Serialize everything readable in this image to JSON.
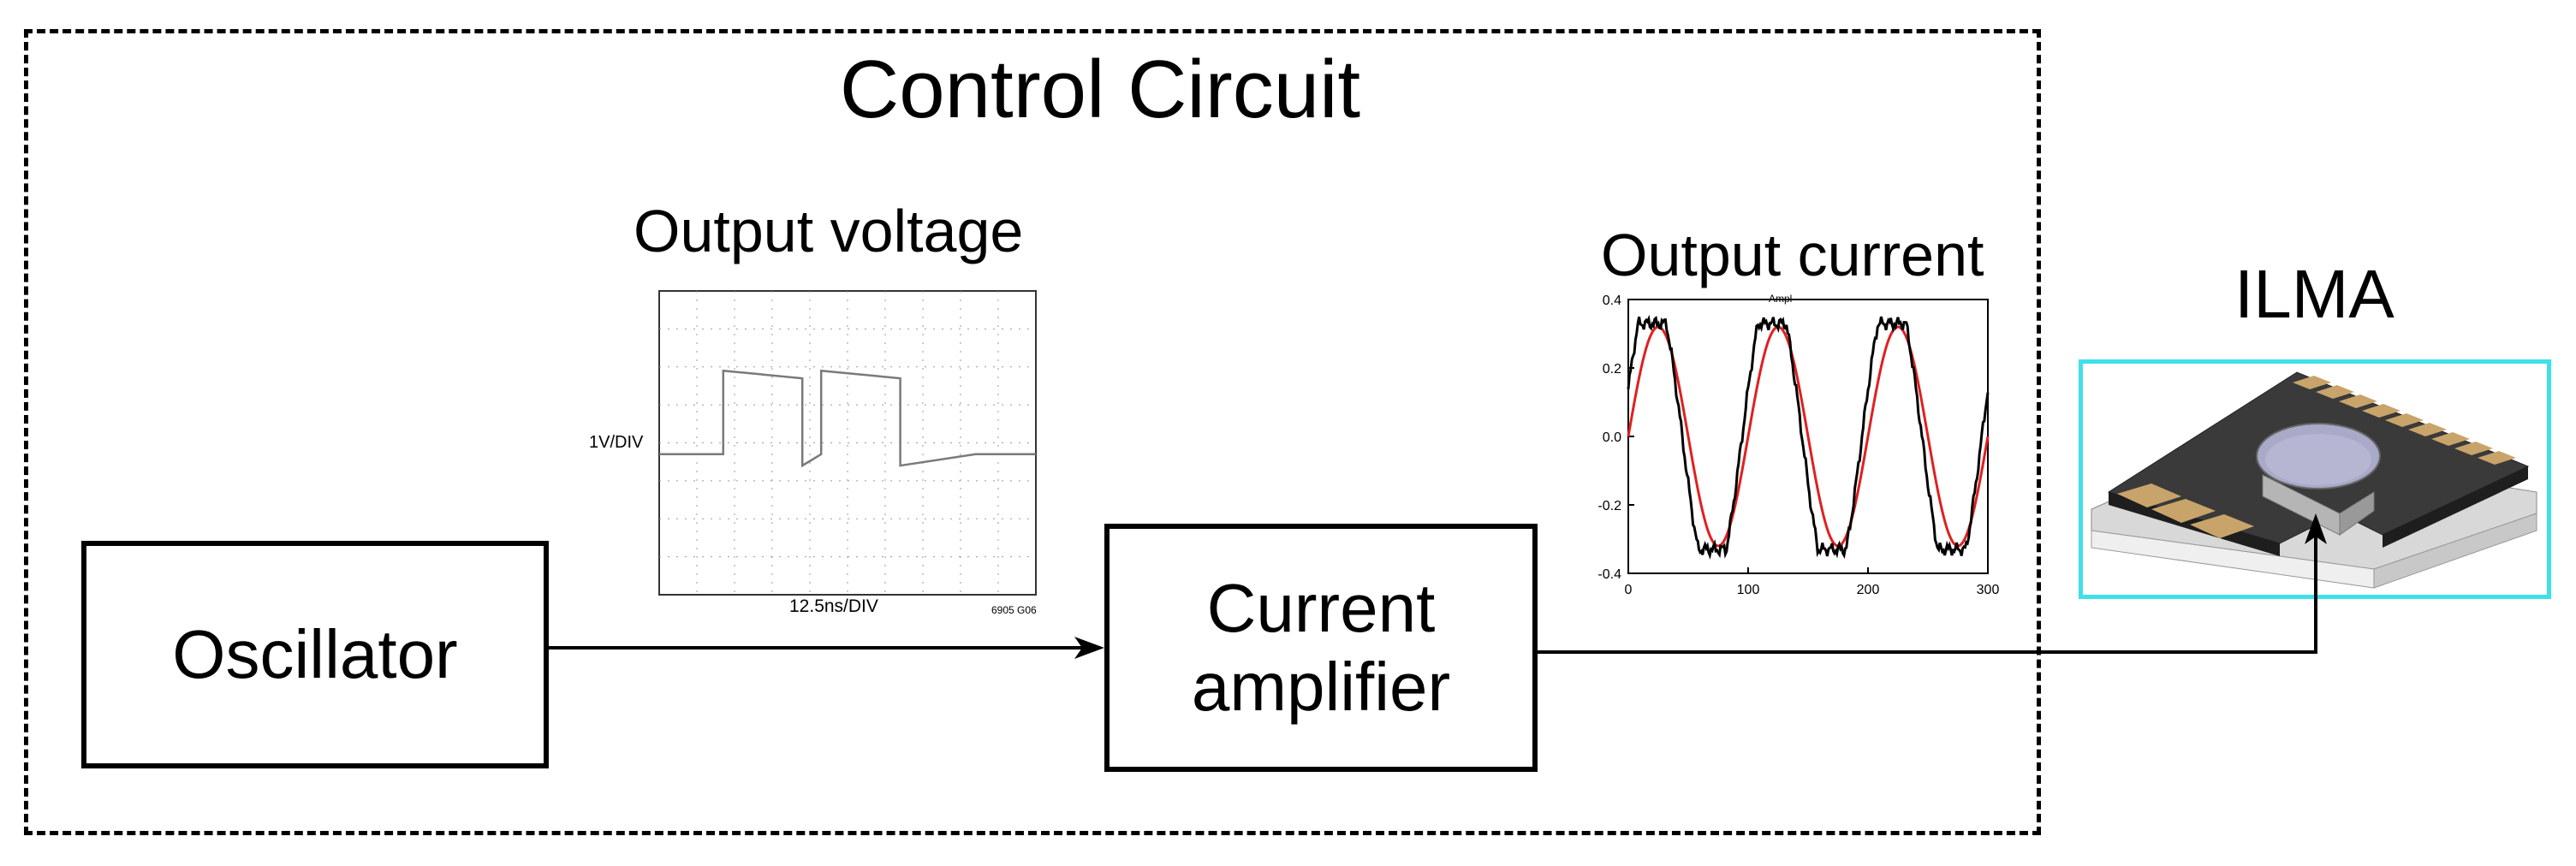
{
  "title": "Control Circuit",
  "blocks": {
    "oscillator": "Oscillator",
    "amplifier_line1": "Current",
    "amplifier_line2": "amplifier"
  },
  "device_label": "ILMA",
  "scope": {
    "title": "Output voltage",
    "volt_label": "1V/DIV",
    "time_label": "12.5ns/DIV",
    "code": "6905 G06"
  },
  "current_plot": {
    "title": "Output current",
    "legend": "Ampl",
    "ytick_labels": [
      "0.4",
      "0.2",
      "0.0",
      "-0.2",
      "-0.4"
    ],
    "xtick_labels": [
      "0",
      "100",
      "200",
      "300"
    ]
  },
  "chart_data": [
    {
      "type": "line",
      "name": "scope",
      "xlabel": "12.5ns/DIV",
      "ylabel": "1V/DIV",
      "divisions": {
        "x": 10,
        "y": 8
      },
      "series": [
        {
          "color": "#7a7a7a",
          "x": [
            0,
            1.7,
            1.7,
            3.8,
            3.8,
            4.3,
            4.3,
            6.4,
            6.4,
            8.4,
            8.4,
            10
          ],
          "y": [
            -0.3,
            -0.3,
            1.9,
            1.7,
            -0.6,
            -0.3,
            1.9,
            1.7,
            -0.6,
            -0.3,
            -0.3,
            -0.3
          ]
        }
      ]
    },
    {
      "type": "line",
      "name": "output-current",
      "xlim": [
        0,
        300
      ],
      "ylim": [
        -0.4,
        0.4
      ],
      "legend": [
        "Ampl"
      ],
      "series": [
        {
          "color": "#e02020",
          "amplitude": 0.32,
          "period": 100,
          "x_peak": 25
        },
        {
          "color": "#000000",
          "amplitude": 0.33,
          "period": 100,
          "x_peak": 20
        }
      ]
    }
  ],
  "colors": {
    "device_border": "#40e0e8",
    "signal_red": "#e02020"
  }
}
